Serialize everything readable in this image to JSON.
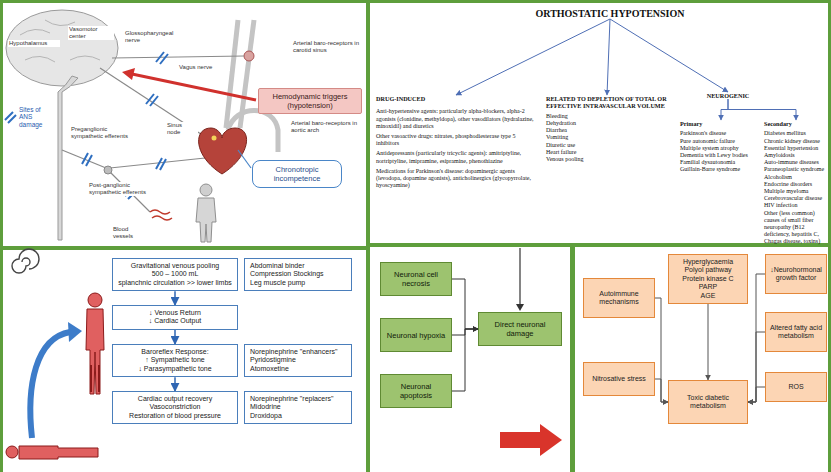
{
  "diagram": {
    "nodes": [
      {
        "text": [
          "Hemodynamic triggers (hypotension)"
        ]
      },
      {
        "text": [
          "Chronotropic incompetence"
        ]
      },
      {
        "text": [
          "ORTHOSTATIC HYPOTENSION"
        ]
      },
      {
        "text": [
          "DRUG-INDUCED",
          "Anti-hypertensive agents: particularly alpha-blockers, alpha-2 agonists (clonidine, methyldopa), other vasodilators (hydralazine, minoxidil) and diuretics",
          "Other vasoactive drugs: nitrates, phosphodiesterase type 5 inhibitors",
          "Antidepressants (particularly tricyclic agents): amitriptyline, nortriptyline, imipramine, esipramine, phenothiazine",
          "Medications for Parkinson's disease: dopaminergic agents (levodopa, dopamine agonists), anticholinergics (glycopyrrolate, hyoscyamine)"
        ]
      },
      {
        "text": [
          "RELATED TO DEPLETION OF TOTAL OR EFFECTIVE INTRAVASCULAR VOLUME",
          "Bleeding",
          "Dehydration",
          "Diarrhea",
          "Vomiting",
          "Diuretic use",
          "Heart failure",
          "Venous pooling"
        ]
      },
      {
        "text": [
          "NEUROGENIC"
        ]
      },
      {
        "text": [
          "Primary",
          "Parkinson's disease",
          "Pure autonomic failure",
          "Multiple system atrophy",
          "Dementia with Lewy bodies",
          "Familial dysautonomia",
          "Guillain-Barre syndrome"
        ]
      },
      {
        "text": [
          "Secondary",
          "Diabetes mellitus",
          "Chronic kidney disease",
          "Essential hypertension",
          "Amyloidosis",
          "Auto-immune diseases",
          "Paraneoplastic syndrome",
          "Alcoholism",
          "Endocrine disorders",
          "Multiple myeloma",
          "Cerebrovascular disease",
          "HIV infection",
          "Other (less common) causes of small fiber neuropathy (B12 deficiency, hepatitis C, Chagas disease, toxins)"
        ]
      },
      {
        "text": [
          "Gravitational venous pooling",
          "500 – 1000 mL",
          "splanchnic circulation >> lower limbs"
        ]
      },
      {
        "text": [
          "Abdominal binder",
          "Compression Stockings",
          "Leg muscle pump"
        ]
      },
      {
        "text": [
          "↓ Venous Return",
          "↓ Cardiac Output"
        ]
      },
      {
        "text": [
          "Baroreflex Response:",
          "↑ Sympathetic tone",
          "↓ Parasympathetic tone"
        ]
      },
      {
        "text": [
          "Norepinephrine \"enhancers\"",
          "Pyridostigmine",
          "Atomoxetine"
        ]
      },
      {
        "text": [
          "Cardiac output recovery",
          "Vasoconstriction",
          "Restoration of blood pressure"
        ]
      },
      {
        "text": [
          "Norepinephrine \"replacers\"",
          "Midodrine",
          "Droxidopa"
        ]
      },
      {
        "text": [
          "Neuronal cell necrosis"
        ]
      },
      {
        "text": [
          "Neuronal hypoxia"
        ]
      },
      {
        "text": [
          "Neuronal apoptosis"
        ]
      },
      {
        "text": [
          "Direct neuronal damage"
        ]
      },
      {
        "text": [
          "Autoimmune mechanisms"
        ]
      },
      {
        "text": [
          "Hyperglycaemia",
          "Polyol pathway",
          "Protein kinase C",
          "PARP",
          "AGE"
        ]
      },
      {
        "text": [
          "↓Neurohormonal growth factor"
        ]
      },
      {
        "text": [
          "Altered fatty acid metabolism"
        ]
      },
      {
        "text": [
          "Nitrosative stress"
        ]
      },
      {
        "text": [
          "Toxic diabetic metabolism"
        ]
      },
      {
        "text": [
          "ROS"
        ]
      }
    ],
    "edges": [
      {
        "from": 2,
        "to": 3,
        "arrow": "to"
      },
      {
        "from": 2,
        "to": 4,
        "arrow": "to"
      },
      {
        "from": 2,
        "to": 5,
        "arrow": "to"
      },
      {
        "from": 5,
        "to": 6,
        "arrow": "to"
      },
      {
        "from": 5,
        "to": 7,
        "arrow": "to"
      },
      {
        "from": 8,
        "to": 10,
        "arrow": "to"
      },
      {
        "from": 10,
        "to": 11,
        "arrow": "to"
      },
      {
        "from": 11,
        "to": 13,
        "arrow": "to"
      },
      {
        "from": 15,
        "to": 18,
        "arrow": "to"
      },
      {
        "from": 16,
        "to": 18,
        "arrow": "to"
      },
      {
        "from": 17,
        "to": 18,
        "arrow": "to"
      },
      {
        "from": 19,
        "to": 24,
        "arrow": "to"
      },
      {
        "from": 20,
        "to": 24,
        "arrow": "to"
      },
      {
        "from": 21,
        "to": 24,
        "arrow": "to"
      },
      {
        "from": 22,
        "to": 24,
        "arrow": "to"
      },
      {
        "from": 23,
        "to": 24,
        "arrow": "to"
      },
      {
        "from": 25,
        "to": 24,
        "arrow": "to"
      }
    ],
    "labels": [
      "Hypothalamus",
      "Vasomotor center",
      "Glossopharyngeal nerve",
      "Arterial baro-receptors in carotid sinus",
      "Vagus nerve",
      "Sinus node",
      "Arterial baro-receptors in aortic arch",
      "Preganglionic sympathetic efferents",
      "Post-ganglionic sympathetic efferents",
      "Blood vessels"
    ],
    "legend": [
      {
        "text": "Sites of ANS damage"
      }
    ]
  }
}
